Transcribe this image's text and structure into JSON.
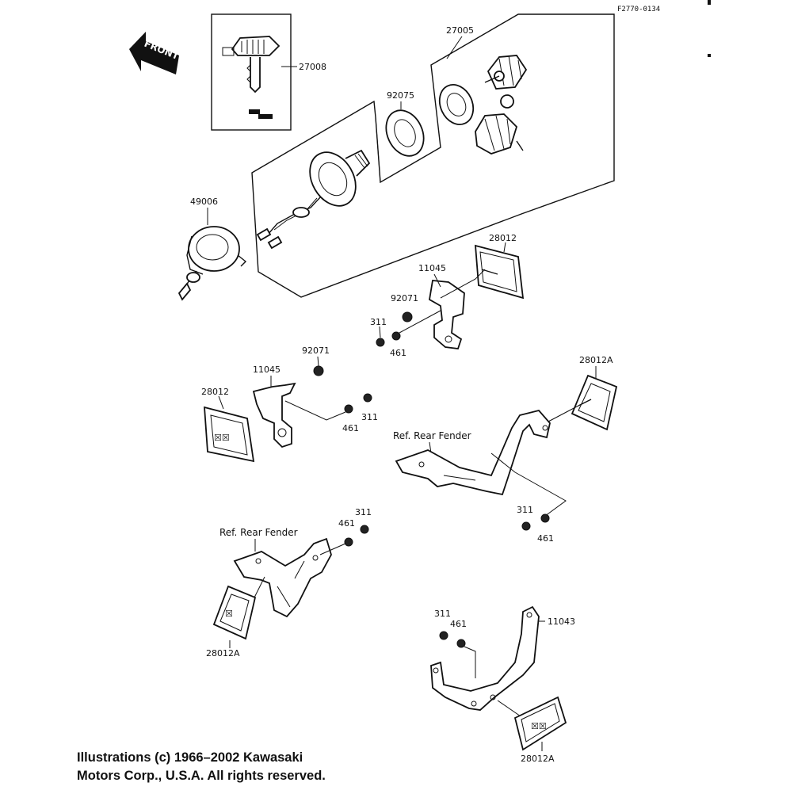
{
  "diagram": {
    "code": "F2770-0134",
    "front_label": "FRONT",
    "callouts": {
      "key": "27008",
      "cover_set": "27005",
      "ring": "92075",
      "horn": "49006",
      "reflector_a": "28012",
      "bracket_a": "11045",
      "nut_a": "92071",
      "screw_a1": "311",
      "washer_a1": "461",
      "nut_b": "92071",
      "bracket_b": "11045",
      "reflector_b": "28012",
      "washer_b1": "461",
      "screw_b1": "311",
      "reflector_c": "28012A",
      "ref_rear_fender_1": "Ref. Rear Fender",
      "screw_c1": "311",
      "washer_c1": "461",
      "screw_d1": "311",
      "washer_d1": "461",
      "ref_rear_fender_2": "Ref. Rear Fender",
      "reflector_d": "28012A",
      "screw_e1": "311",
      "washer_e1": "461",
      "bracket_e": "11043",
      "reflector_e": "28012A"
    },
    "copyright_line1": "Illustrations (c) 1966–2002 Kawasaki",
    "copyright_line2": "Motors Corp., U.S.A.  All rights reserved."
  }
}
